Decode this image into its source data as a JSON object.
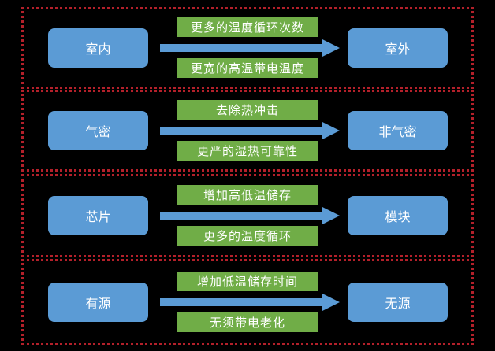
{
  "colors": {
    "box": "#5b9bd5",
    "tag": "#70ad47",
    "frame": "#b3202a"
  },
  "rows": [
    {
      "from": "室内",
      "to": "室外",
      "top_label": "更多的温度循环次数",
      "bottom_label": "更宽的高温带电温度"
    },
    {
      "from": "气密",
      "to": "非气密",
      "top_label": "去除热冲击",
      "bottom_label": "更严的湿热可靠性"
    },
    {
      "from": "芯片",
      "to": "模块",
      "top_label": "增加高低温储存",
      "bottom_label": "更多的温度循环"
    },
    {
      "from": "有源",
      "to": "无源",
      "top_label": "增加低温储存时间",
      "bottom_label": "无须带电老化"
    }
  ]
}
